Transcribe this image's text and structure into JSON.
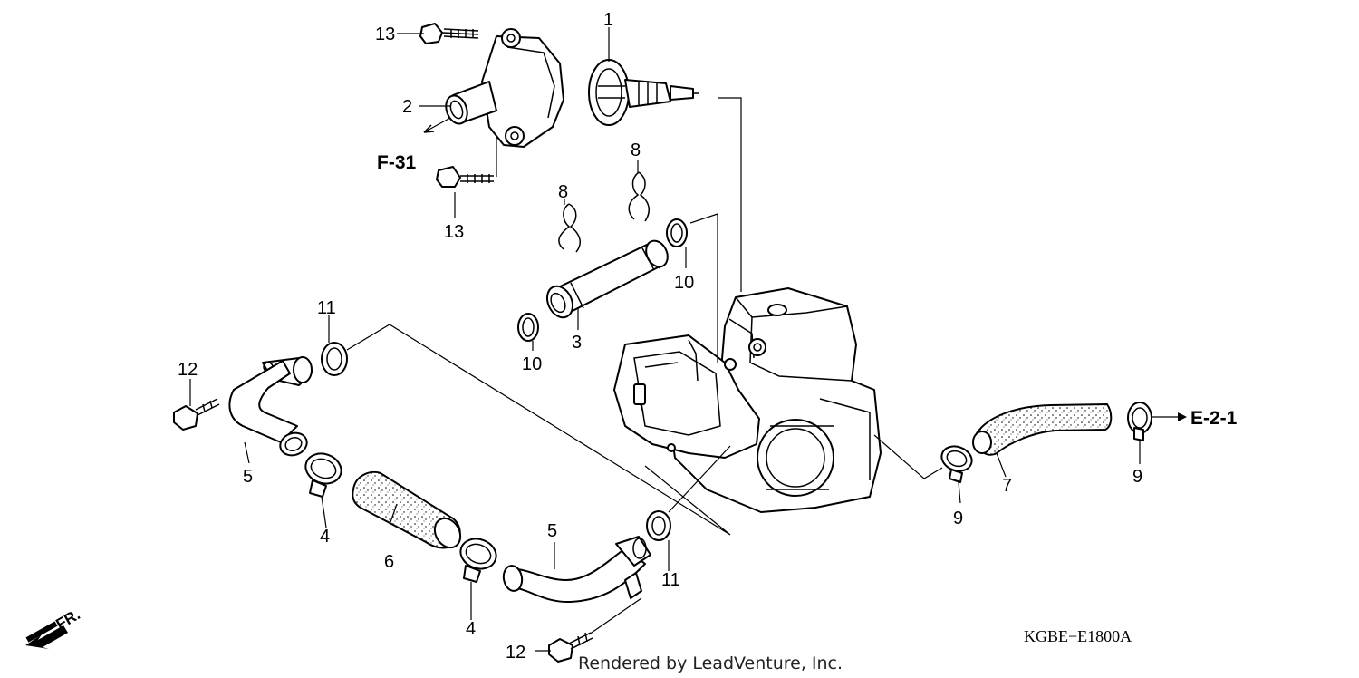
{
  "callouts": {
    "p1": "1",
    "p2": "2",
    "p3": "3",
    "p4a": "4",
    "p4b": "4",
    "p5a": "5",
    "p5b": "5",
    "p6": "6",
    "p7": "7",
    "p8a": "8",
    "p8b": "8",
    "p9a": "9",
    "p9b": "9",
    "p10a": "10",
    "p10b": "10",
    "p11a": "11",
    "p11b": "11",
    "p12a": "12",
    "p12b": "12",
    "p13a": "13",
    "p13b": "13"
  },
  "references": {
    "left": "F-31",
    "right": "E-2-1"
  },
  "front_marker": "FR.",
  "diagram_code": "KGBE−E1800A",
  "credit": "Rendered by LeadVenture, Inc."
}
